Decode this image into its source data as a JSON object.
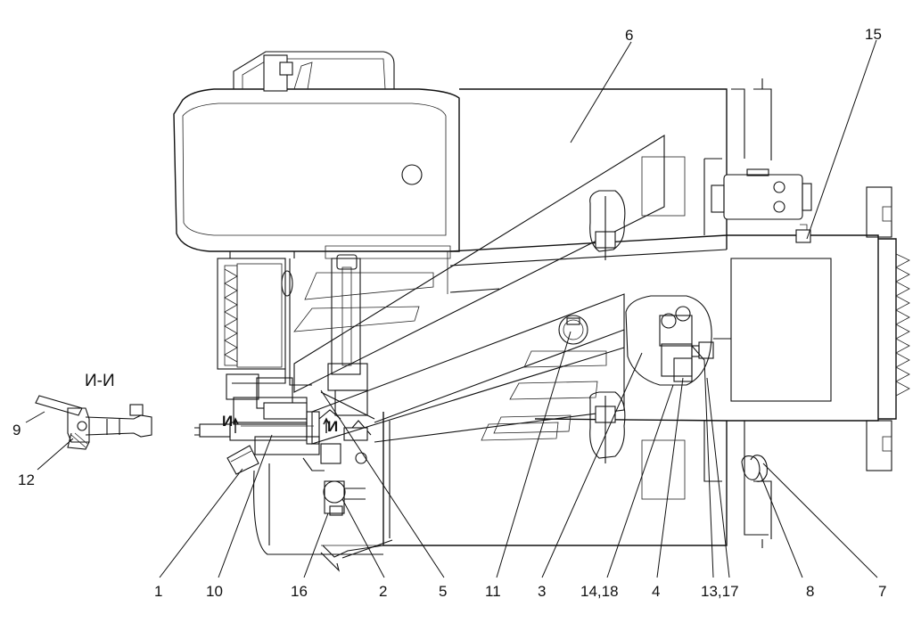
{
  "section_view": {
    "label": "И-И"
  },
  "section_markers": {
    "left": "И",
    "right": "И"
  },
  "callouts": {
    "c1": "1",
    "c10": "10",
    "c16": "16",
    "c2": "2",
    "c5": "5",
    "c11": "11",
    "c3": "3",
    "c14_18": "14,18",
    "c4": "4",
    "c13_17": "13,17",
    "c8": "8",
    "c7": "7",
    "c6": "6",
    "c15": "15",
    "c9": "9",
    "c12": "12"
  }
}
